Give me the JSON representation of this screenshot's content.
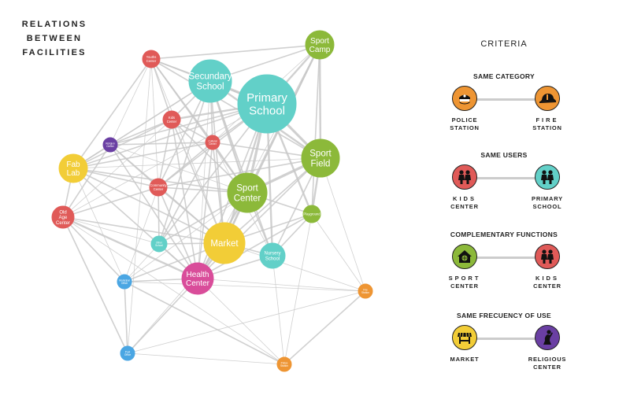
{
  "title": {
    "line1": "RELATIONS",
    "line2": "BETWEEN",
    "line3": "FACILITIES"
  },
  "colors": {
    "red": "#e05a58",
    "teal": "#62d0c8",
    "green": "#8cb93a",
    "yellow": "#f2cd37",
    "purple": "#6a3fa3",
    "magenta": "#d94d9a",
    "blue": "#4aa6e3",
    "orange": "#ee9533",
    "edge": "#c8c8c8"
  },
  "nodes": [
    {
      "id": "youths-center",
      "label": "Youths Center",
      "color": "red"
    },
    {
      "id": "secundary-school",
      "label": "Secundary School",
      "color": "teal"
    },
    {
      "id": "primary-school",
      "label": "Primary School",
      "color": "teal"
    },
    {
      "id": "sport-camp",
      "label": "Sport Camp",
      "color": "green"
    },
    {
      "id": "sport-field",
      "label": "Sport Field",
      "color": "green"
    },
    {
      "id": "kids-center",
      "label": "Kids Center",
      "color": "red"
    },
    {
      "id": "religion-center",
      "label": "Religion Center",
      "color": "purple"
    },
    {
      "id": "cultural-center",
      "label": "Cultural Center",
      "color": "red"
    },
    {
      "id": "fab-lab",
      "label": "Fab Lab",
      "color": "yellow"
    },
    {
      "id": "community-center",
      "label": "Community Center",
      "color": "red"
    },
    {
      "id": "sport-center",
      "label": "Sport Center",
      "color": "green"
    },
    {
      "id": "playground",
      "label": "Playground",
      "color": "green"
    },
    {
      "id": "old-age-center",
      "label": "Old Age Center",
      "color": "red"
    },
    {
      "id": "market",
      "label": "Market",
      "color": "yellow"
    },
    {
      "id": "other-school",
      "label": "Other School",
      "color": "teal"
    },
    {
      "id": "nursery-school",
      "label": "Nursery School",
      "color": "teal"
    },
    {
      "id": "health-center",
      "label": "Health Center",
      "color": "magenta"
    },
    {
      "id": "municipal-office",
      "label": "Municipal Office",
      "color": "blue"
    },
    {
      "id": "fire-station",
      "label": "Fire Station",
      "color": "orange"
    },
    {
      "id": "post-office",
      "label": "Post Office",
      "color": "blue"
    },
    {
      "id": "police-station",
      "label": "Police Station",
      "color": "orange"
    }
  ],
  "edges": [
    [
      "youths-center",
      "secundary-school",
      2
    ],
    [
      "youths-center",
      "primary-school",
      2
    ],
    [
      "youths-center",
      "sport-camp",
      2
    ],
    [
      "youths-center",
      "sport-field",
      2
    ],
    [
      "youths-center",
      "kids-center",
      2
    ],
    [
      "youths-center",
      "cultural-center",
      2
    ],
    [
      "youths-center",
      "fab-lab",
      2
    ],
    [
      "youths-center",
      "sport-center",
      2
    ],
    [
      "youths-center",
      "community-center",
      1
    ],
    [
      "youths-center",
      "market",
      1
    ],
    [
      "youths-center",
      "religion-center",
      1
    ],
    [
      "secundary-school",
      "primary-school",
      4
    ],
    [
      "secundary-school",
      "sport-camp",
      2
    ],
    [
      "secundary-school",
      "sport-field",
      3
    ],
    [
      "secundary-school",
      "sport-center",
      3
    ],
    [
      "secundary-school",
      "kids-center",
      2
    ],
    [
      "secundary-school",
      "cultural-center",
      2
    ],
    [
      "secundary-school",
      "fab-lab",
      2
    ],
    [
      "secundary-school",
      "community-center",
      2
    ],
    [
      "secundary-school",
      "market",
      2
    ],
    [
      "secundary-school",
      "other-school",
      2
    ],
    [
      "secundary-school",
      "health-center",
      1
    ],
    [
      "secundary-school",
      "nursery-school",
      2
    ],
    [
      "secundary-school",
      "religion-center",
      1
    ],
    [
      "primary-school",
      "sport-camp",
      3
    ],
    [
      "primary-school",
      "sport-field",
      4
    ],
    [
      "primary-school",
      "sport-center",
      4
    ],
    [
      "primary-school",
      "kids-center",
      3
    ],
    [
      "primary-school",
      "cultural-center",
      2
    ],
    [
      "primary-school",
      "fab-lab",
      2
    ],
    [
      "primary-school",
      "community-center",
      2
    ],
    [
      "primary-school",
      "market",
      3
    ],
    [
      "primary-school",
      "nursery-school",
      3
    ],
    [
      "primary-school",
      "other-school",
      2
    ],
    [
      "primary-school",
      "health-center",
      2
    ],
    [
      "primary-school",
      "playground",
      3
    ],
    [
      "primary-school",
      "religion-center",
      2
    ],
    [
      "primary-school",
      "old-age-center",
      1
    ],
    [
      "sport-camp",
      "sport-field",
      3
    ],
    [
      "sport-camp",
      "sport-center",
      3
    ],
    [
      "sport-camp",
      "market",
      2
    ],
    [
      "sport-camp",
      "playground",
      2
    ],
    [
      "sport-camp",
      "health-center",
      1
    ],
    [
      "sport-camp",
      "cultural-center",
      1
    ],
    [
      "sport-field",
      "sport-center",
      4
    ],
    [
      "sport-field",
      "playground",
      3
    ],
    [
      "sport-field",
      "market",
      2
    ],
    [
      "sport-field",
      "health-center",
      2
    ],
    [
      "sport-field",
      "nursery-school",
      2
    ],
    [
      "sport-field",
      "fire-station",
      1
    ],
    [
      "sport-field",
      "cultural-center",
      2
    ],
    [
      "sport-field",
      "fab-lab",
      1
    ],
    [
      "sport-field",
      "community-center",
      2
    ],
    [
      "kids-center",
      "cultural-center",
      2
    ],
    [
      "kids-center",
      "fab-lab",
      2
    ],
    [
      "kids-center",
      "community-center",
      2
    ],
    [
      "kids-center",
      "sport-center",
      2
    ],
    [
      "kids-center",
      "market",
      2
    ],
    [
      "kids-center",
      "health-center",
      2
    ],
    [
      "kids-center",
      "religion-center",
      2
    ],
    [
      "kids-center",
      "old-age-center",
      1
    ],
    [
      "religion-center",
      "fab-lab",
      2
    ],
    [
      "religion-center",
      "community-center",
      2
    ],
    [
      "religion-center",
      "cultural-center",
      2
    ],
    [
      "religion-center",
      "market",
      2
    ],
    [
      "religion-center",
      "health-center",
      2
    ],
    [
      "religion-center",
      "old-age-center",
      2
    ],
    [
      "religion-center",
      "sport-center",
      1
    ],
    [
      "cultural-center",
      "fab-lab",
      2
    ],
    [
      "cultural-center",
      "community-center",
      2
    ],
    [
      "cultural-center",
      "sport-center",
      2
    ],
    [
      "cultural-center",
      "market",
      2
    ],
    [
      "cultural-center",
      "health-center",
      2
    ],
    [
      "cultural-center",
      "other-school",
      2
    ],
    [
      "cultural-center",
      "nursery-school",
      1
    ],
    [
      "fab-lab",
      "community-center",
      2
    ],
    [
      "fab-lab",
      "old-age-center",
      2
    ],
    [
      "fab-lab",
      "market",
      2
    ],
    [
      "fab-lab",
      "health-center",
      2
    ],
    [
      "fab-lab",
      "sport-center",
      2
    ],
    [
      "fab-lab",
      "municipal-office",
      1
    ],
    [
      "community-center",
      "sport-center",
      2
    ],
    [
      "community-center",
      "market",
      2
    ],
    [
      "community-center",
      "health-center",
      2
    ],
    [
      "community-center",
      "old-age-center",
      2
    ],
    [
      "community-center",
      "other-school",
      2
    ],
    [
      "community-center",
      "municipal-office",
      1
    ],
    [
      "sport-center",
      "playground",
      2
    ],
    [
      "sport-center",
      "market",
      3
    ],
    [
      "sport-center",
      "nursery-school",
      2
    ],
    [
      "sport-center",
      "health-center",
      3
    ],
    [
      "sport-center",
      "other-school",
      2
    ],
    [
      "sport-center",
      "municipal-office",
      1
    ],
    [
      "playground",
      "market",
      2
    ],
    [
      "playground",
      "nursery-school",
      2
    ],
    [
      "playground",
      "health-center",
      2
    ],
    [
      "playground",
      "fire-station",
      1
    ],
    [
      "playground",
      "police-station",
      1
    ],
    [
      "old-age-center",
      "market",
      2
    ],
    [
      "old-age-center",
      "health-center",
      3
    ],
    [
      "old-age-center",
      "municipal-office",
      2
    ],
    [
      "old-age-center",
      "post-office",
      2
    ],
    [
      "old-age-center",
      "other-school",
      1
    ],
    [
      "old-age-center",
      "police-station",
      1
    ],
    [
      "market",
      "nursery-school",
      2
    ],
    [
      "market",
      "health-center",
      3
    ],
    [
      "market",
      "other-school",
      2
    ],
    [
      "market",
      "municipal-office",
      2
    ],
    [
      "market",
      "post-office",
      1
    ],
    [
      "market",
      "fire-station",
      1
    ],
    [
      "other-school",
      "health-center",
      2
    ],
    [
      "other-school",
      "municipal-office",
      1
    ],
    [
      "nursery-school",
      "health-center",
      2
    ],
    [
      "nursery-school",
      "police-station",
      1
    ],
    [
      "health-center",
      "municipal-office",
      2
    ],
    [
      "health-center",
      "post-office",
      2
    ],
    [
      "health-center",
      "fire-station",
      1
    ],
    [
      "health-center",
      "police-station",
      1
    ],
    [
      "municipal-office",
      "post-office",
      2
    ],
    [
      "municipal-office",
      "police-station",
      2
    ],
    [
      "fire-station",
      "police-station",
      2
    ],
    [
      "fire-station",
      "municipal-office",
      1
    ],
    [
      "post-office",
      "fire-station",
      1
    ],
    [
      "post-office",
      "police-station",
      1
    ],
    [
      "youths-center",
      "post-office",
      1
    ]
  ],
  "criteria": {
    "title": "CRITERIA",
    "sections": [
      {
        "title": "SAME CATEGORY",
        "left": {
          "label1": "POLICE",
          "label2": "STATION",
          "icon": "police-cap-icon",
          "color": "#ee9533"
        },
        "right": {
          "label1": "FIRE",
          "label2": "STATION",
          "icon": "fire-helmet-icon",
          "color": "#ee9533"
        }
      },
      {
        "title": "SAME USERS",
        "left": {
          "label1": "KIDS",
          "label2": "CENTER",
          "icon": "kids-icon",
          "color": "#e05a58"
        },
        "right": {
          "label1": "PRIMARY",
          "label2": "SCHOOL",
          "icon": "kids-icon",
          "color": "#62d0c8"
        }
      },
      {
        "title": "COMPLEMENTARY FUNCTIONS",
        "left": {
          "label1": "SPORT",
          "label2": "CENTER",
          "icon": "sport-center-icon",
          "color": "#8cb93a"
        },
        "right": {
          "label1": "KIDS",
          "label2": "CENTER",
          "icon": "kids-icon",
          "color": "#e05a58"
        }
      },
      {
        "title": "SAME FRECUENCY OF USE",
        "left": {
          "label1": "MARKET",
          "label2": "",
          "icon": "market-stall-icon",
          "color": "#f2cd37"
        },
        "right": {
          "label1": "RELIGIOUS",
          "label2": "CENTER",
          "icon": "praying-person-icon",
          "color": "#6a3fa3"
        }
      }
    ]
  }
}
